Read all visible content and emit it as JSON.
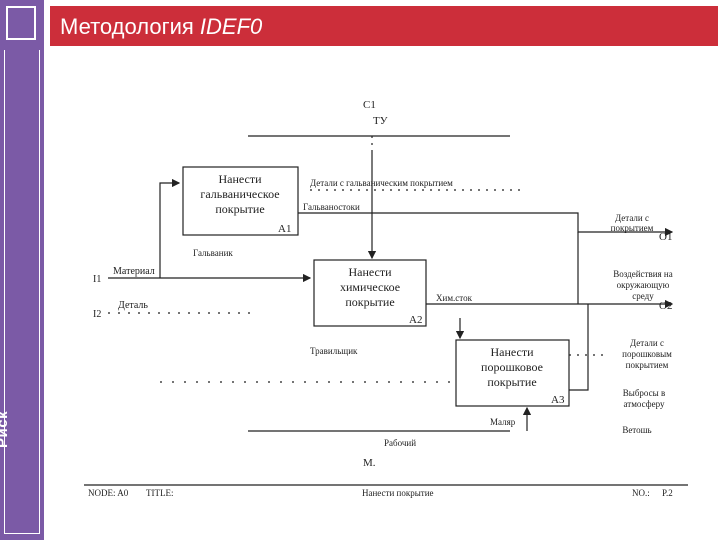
{
  "title": {
    "main": "Методология ",
    "italic": "IDEF0"
  },
  "sidebar": {
    "label": "Риск"
  },
  "diagram": {
    "control_label": "C1",
    "control_name": "ТУ",
    "mechanism_label": "M.",
    "boxes": [
      {
        "name_lines": [
          "Нанести",
          "гальваническое",
          "покрытие"
        ],
        "number": "A1"
      },
      {
        "name_lines": [
          "Нанести",
          "химическое",
          "покрытие"
        ],
        "number": "A2"
      },
      {
        "name_lines": [
          "Нанести",
          "порошковое",
          "покрытие"
        ],
        "number": "A3"
      }
    ],
    "inputs": [
      {
        "code": "I1",
        "label": "Материал"
      },
      {
        "code": "I2",
        "label": "Деталь"
      }
    ],
    "arrow_labels": {
      "galv_detail": "Детали с гальваническим покрытием",
      "galv_stock": "Гальваностоки",
      "galvanik": "Гальваник",
      "chem_stock": "Хим.сток",
      "travilshik": "Травильщик",
      "malyar": "Маляр",
      "worker": "Рабочий"
    },
    "outputs": [
      {
        "code": "O1",
        "label_lines": [
          "Детали с",
          "покрытием"
        ]
      },
      {
        "code": "O2",
        "label_lines": [
          "Воздействия на",
          "окружающую",
          "среду"
        ]
      },
      {
        "code": "",
        "label_lines": [
          "Детали с",
          "порошковым",
          "покрытием"
        ]
      },
      {
        "code": "",
        "label_lines": [
          "Выбросы в",
          "атмосферу"
        ]
      },
      {
        "code": "",
        "label_lines": [
          "Ветошь"
        ]
      }
    ],
    "footer": {
      "node": "NODE:  A0",
      "title": "TITLE:",
      "title_value": "Нанести покрытие",
      "no": "NO.:",
      "page": "P.2"
    }
  }
}
